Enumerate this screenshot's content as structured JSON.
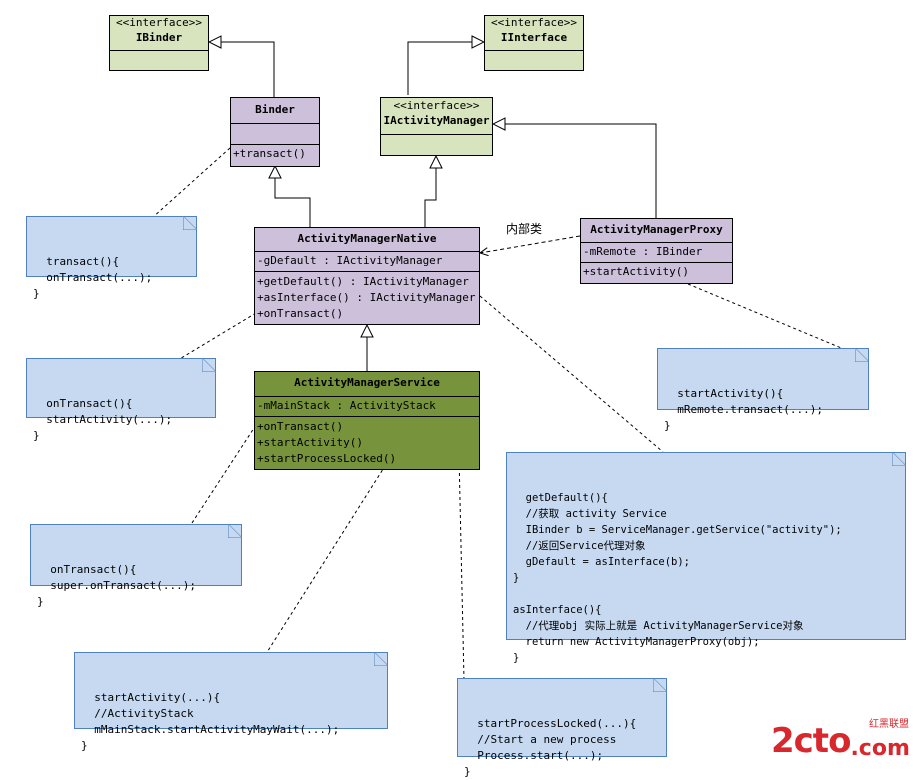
{
  "classes": {
    "ibinder": {
      "stereotype": "<<interface>>",
      "name": "IBinder"
    },
    "iinterface": {
      "stereotype": "<<interface>>",
      "name": "IInterface"
    },
    "binder": {
      "name": "Binder",
      "ops": [
        "+transact()"
      ]
    },
    "iactivitymanager": {
      "stereotype": "<<interface>>",
      "name": "IActivityManager"
    },
    "amnative": {
      "name": "ActivityManagerNative",
      "attrs": [
        "-gDefault : IActivityManager"
      ],
      "ops": [
        "+getDefault() : IActivityManager",
        "+asInterface() : IActivityManager",
        "+onTransact()"
      ]
    },
    "amproxy": {
      "name": "ActivityManagerProxy",
      "attrs": [
        "-mRemote : IBinder"
      ],
      "ops": [
        "+startActivity()"
      ]
    },
    "amservice": {
      "name": "ActivityManagerService",
      "attrs": [
        "-mMainStack : ActivityStack"
      ],
      "ops": [
        "+onTransact()",
        "+startActivity()",
        "+startProcessLocked()"
      ]
    }
  },
  "labels": {
    "inner_class": "内部类"
  },
  "notes": {
    "transact": "transact(){\n  onTransact(...);\n}",
    "ontransact_native": "onTransact(){\n  startActivity(...);\n}",
    "ontransact_service": "onTransact(){\n  super.onTransact(...);\n}",
    "startactivity_service": "startActivity(...){\n  //ActivityStack\n  mMainStack.startActivityMayWait(...);\n}",
    "startprocess": "startProcessLocked(...){\n  //Start a new process\n  Process.start(...);\n}",
    "startactivity_proxy": "startActivity(){\n  mRemote.transact(...);\n}",
    "getdefault": "getDefault(){\n  //获取 activity Service\n  IBinder b = ServiceManager.getService(\"activity\");\n  //返回Service代理对象\n  gDefault = asInterface(b);\n}\n\nasInterface(){\n  //代理obj 实际上就是 ActivityManagerService对象\n  return new ActivityManagerProxy(obj);\n}"
  },
  "watermark": {
    "logo": "2cto",
    "domain": ".com",
    "caption": "红黑联盟"
  },
  "colors": {
    "interface_fill": "#d7e4bd",
    "class_fill": "#ccc0da",
    "service_fill": "#77933c",
    "note_fill": "#c6d9f1",
    "note_border": "#4f81bd",
    "watermark": "#d9282d"
  }
}
